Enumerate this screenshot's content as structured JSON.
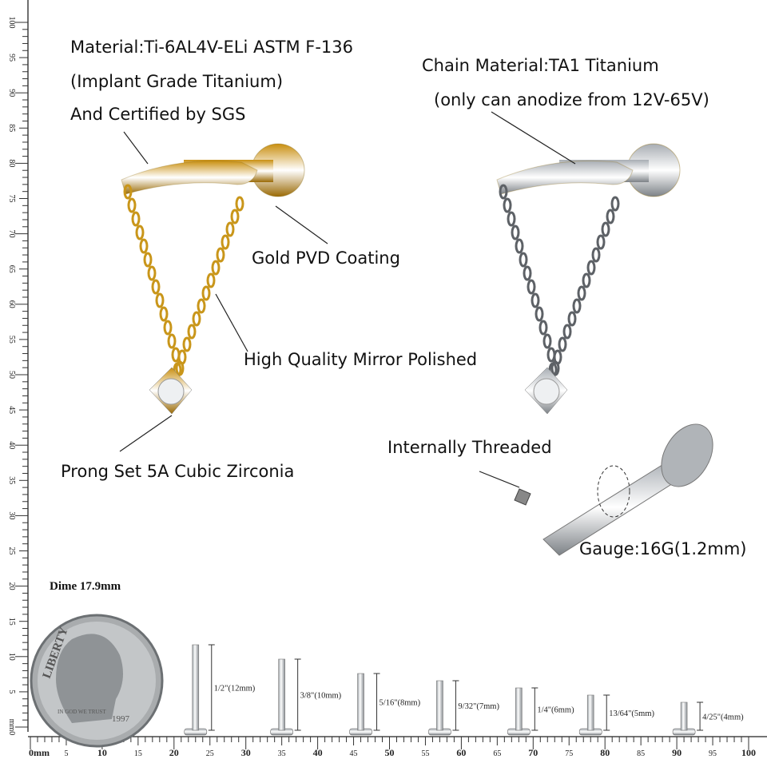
{
  "annotations": {
    "material_line1": "Material:Ti-6AL4V-ELi ASTM F-136",
    "material_line2": "(Implant Grade Titanium)",
    "material_line3": "And Certified by SGS",
    "chain_line1": "Chain Material:TA1 Titanium",
    "chain_line2": "(only can anodize from 12V-65V)",
    "coating": "Gold PVD Coating",
    "polish": "High Quality Mirror Polished",
    "stone": "Prong Set 5A Cubic Zirconia",
    "thread": "Internally Threaded",
    "gauge": "Gauge:16G(1.2mm)"
  },
  "dime": {
    "caption": "Dime 17.9mm",
    "coin_text": [
      "LIBERTY",
      "IN GOD WE TRUST",
      "1997"
    ]
  },
  "posts": [
    {
      "label": "1/2\"(12mm)",
      "mm": 12,
      "at": 23
    },
    {
      "label": "3/8\"(10mm)",
      "mm": 10,
      "at": 35
    },
    {
      "label": "5/16\"(8mm)",
      "mm": 8,
      "at": 46
    },
    {
      "label": "9/32\"(7mm)",
      "mm": 7,
      "at": 57
    },
    {
      "label": "1/4\"(6mm)",
      "mm": 6,
      "at": 68
    },
    {
      "label": "13/64\"(5mm)",
      "mm": 5,
      "at": 78
    },
    {
      "label": "4/25\"(4mm)",
      "mm": 4,
      "at": 91
    }
  ],
  "ruler": {
    "unit": "mm",
    "max": 100,
    "major_step": 5,
    "zero_label_h": "0mm",
    "zero_label_v": "mm0"
  },
  "colors": {
    "gold": "#d9a520",
    "silver": "#c8ccd0",
    "text": "#111111"
  }
}
